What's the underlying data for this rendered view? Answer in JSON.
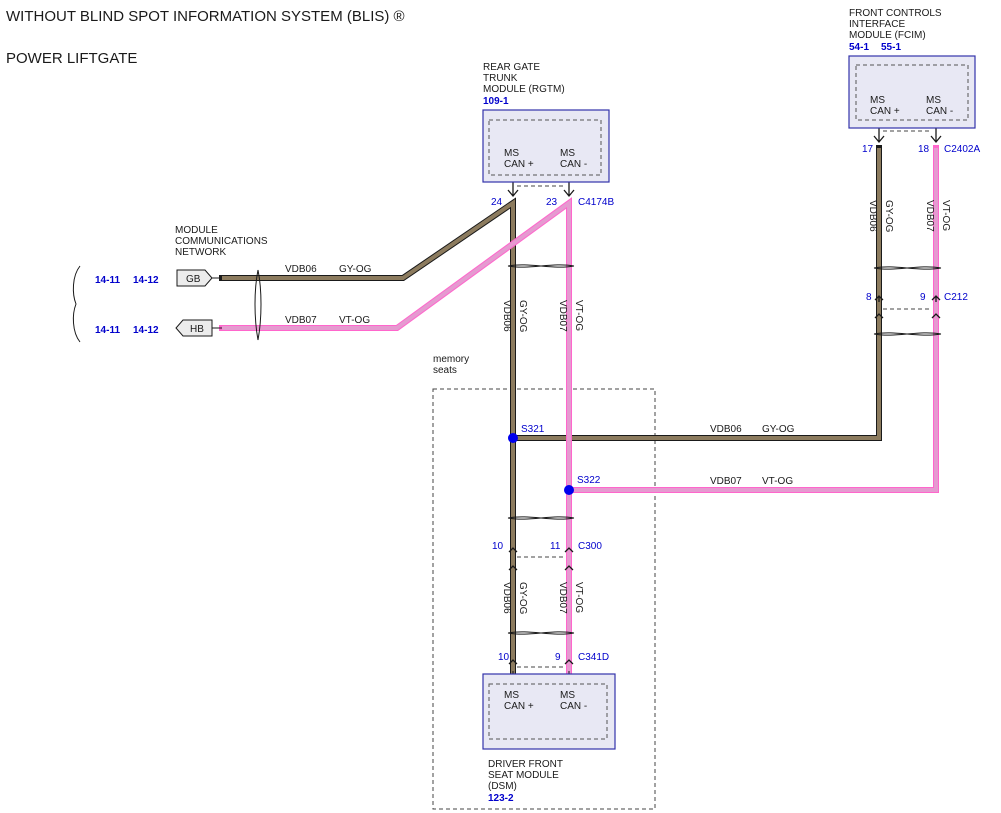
{
  "header": {
    "title": "WITHOUT BLIND SPOT INFORMATION SYSTEM (BLIS) ®",
    "subtitle": "POWER LIFTGATE"
  },
  "colors": {
    "gy_og": "#8c7b5e",
    "vt_og": "#e59ad0",
    "splice": "#0000ee",
    "module_fill": "#e8e8f4",
    "module_border": "#3333aa",
    "ref_text": "#0000cc"
  },
  "modules": {
    "rgtm": {
      "name": "REAR GATE\nTRUNK\nMODULE (RGTM)",
      "ref": "109-1",
      "pin_a": "MS\nCAN +",
      "pin_b": "MS\nCAN -"
    },
    "fcim": {
      "name": "FRONT CONTROLS\nINTERFACE\nMODULE (FCIM)",
      "ref_a": "54-1",
      "ref_b": "55-1",
      "pin_a": "MS\nCAN +",
      "pin_b": "MS\nCAN -"
    },
    "dsm": {
      "name": "DRIVER FRONT\nSEAT MODULE\n(DSM)",
      "ref": "123-2",
      "pin_a": "MS\nCAN +",
      "pin_b": "MS\nCAN -"
    }
  },
  "network": {
    "label": "MODULE\nCOMMUNICATIONS\nNETWORK",
    "gb": {
      "tag": "GB",
      "ref_a": "14-11",
      "ref_b": "14-12",
      "circuit": "VDB06",
      "color": "GY-OG"
    },
    "hb": {
      "tag": "HB",
      "ref_a": "14-11",
      "ref_b": "14-12",
      "circuit": "VDB07",
      "color": "VT-OG"
    }
  },
  "connectors": {
    "c4174b": {
      "name": "C4174B",
      "pin_a": "24",
      "pin_b": "23"
    },
    "c2402a": {
      "name": "C2402A",
      "pin_a": "17",
      "pin_b": "18"
    },
    "c212": {
      "name": "C212",
      "pin_a": "8",
      "pin_b": "9"
    },
    "c300": {
      "name": "C300",
      "pin_a": "10",
      "pin_b": "11"
    },
    "c341d": {
      "name": "C341D",
      "pin_a": "10",
      "pin_b": "9"
    }
  },
  "splices": {
    "s321": "S321",
    "s322": "S322"
  },
  "wires": {
    "vdb06": {
      "circuit": "VDB06",
      "color": "GY-OG"
    },
    "vdb07": {
      "circuit": "VDB07",
      "color": "VT-OG"
    }
  },
  "option_box": {
    "label": "memory\nseats"
  }
}
